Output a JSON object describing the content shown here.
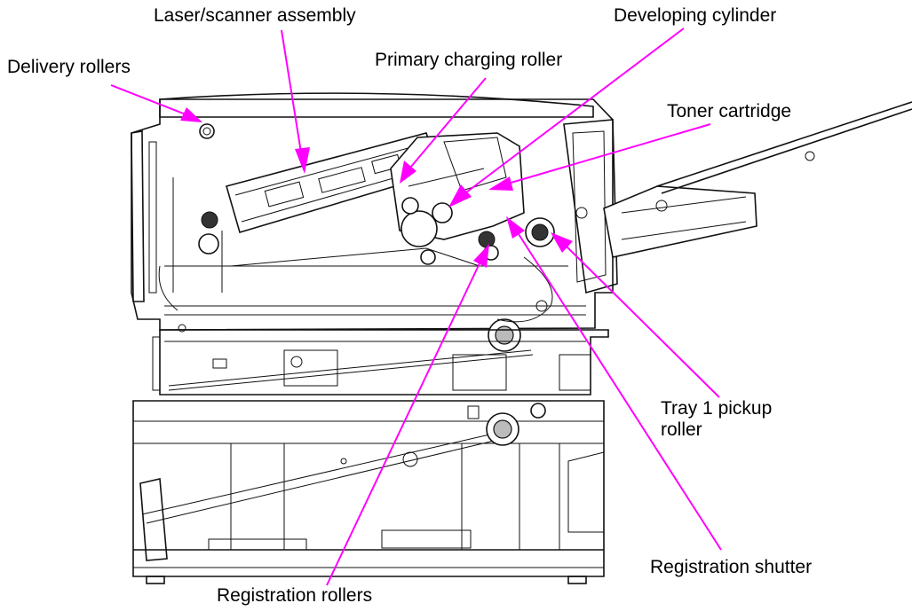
{
  "diagram": {
    "labels": [
      {
        "key": "laser",
        "text": "Laser/scanner assembly"
      },
      {
        "key": "developing",
        "text": "Developing cylinder"
      },
      {
        "key": "delivery",
        "text": "Delivery rollers"
      },
      {
        "key": "primary",
        "text": "Primary charging roller"
      },
      {
        "key": "toner",
        "text": "Toner cartridge"
      },
      {
        "key": "tray1",
        "lines": [
          "Tray 1 pickup",
          "roller"
        ]
      },
      {
        "key": "regshutter",
        "text": "Registration shutter"
      },
      {
        "key": "regrollers",
        "text": "Registration rollers"
      }
    ],
    "callout_color": "#ff00ff"
  }
}
